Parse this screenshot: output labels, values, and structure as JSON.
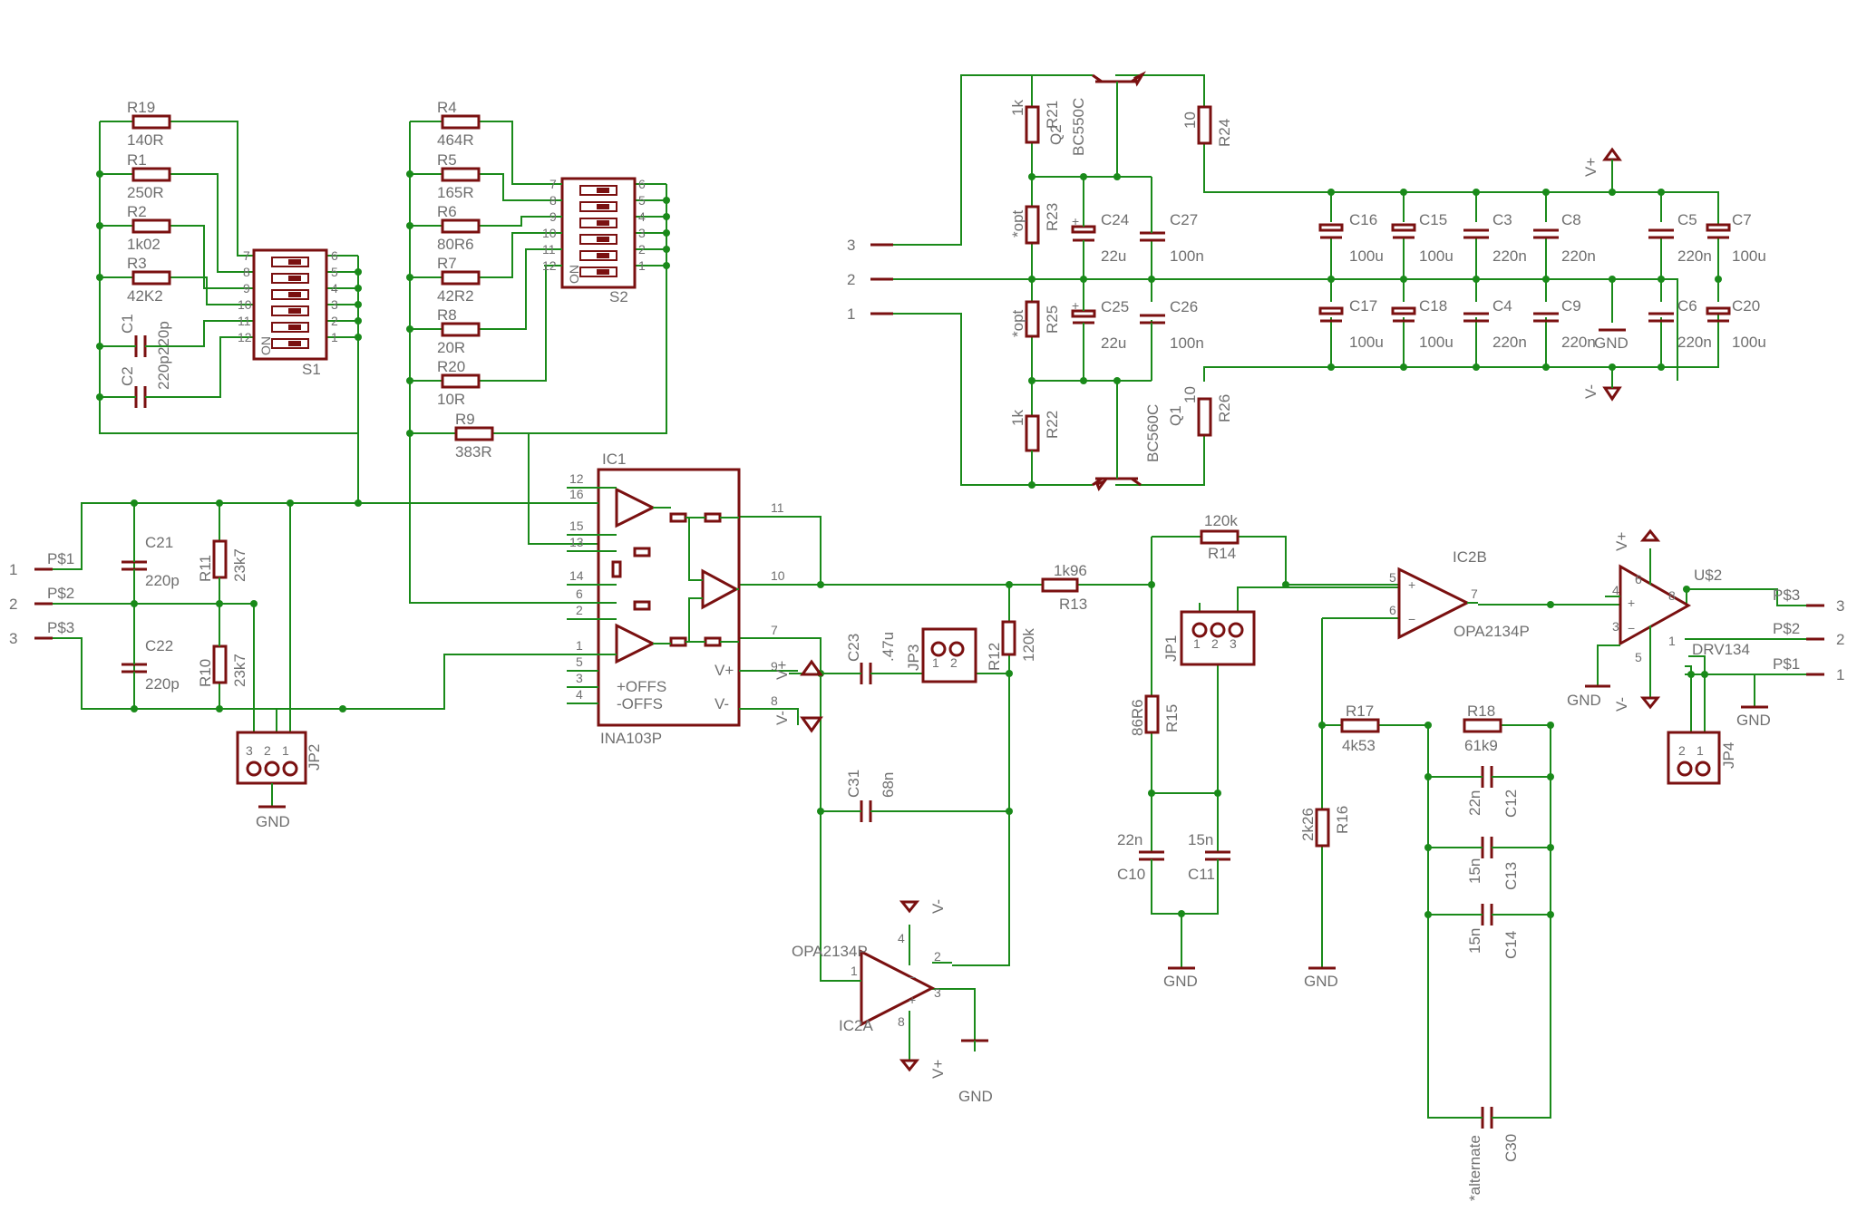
{
  "colors": {
    "wire": "#1a8a1a",
    "part": "#7a1010",
    "label": "#6f6f6f",
    "background": "#ffffff"
  },
  "resistors": [
    {
      "name": "R19",
      "value": "140R"
    },
    {
      "name": "R1",
      "value": "250R"
    },
    {
      "name": "R2",
      "value": "1k02"
    },
    {
      "name": "R3",
      "value": "42K2"
    },
    {
      "name": "R4",
      "value": "464R"
    },
    {
      "name": "R5",
      "value": "165R"
    },
    {
      "name": "R6",
      "value": "80R6"
    },
    {
      "name": "R7",
      "value": "42R2"
    },
    {
      "name": "R8",
      "value": "20R"
    },
    {
      "name": "R20",
      "value": "10R"
    },
    {
      "name": "R9",
      "value": "383R"
    },
    {
      "name": "R11",
      "value": "23k7"
    },
    {
      "name": "R10",
      "value": "23k7"
    },
    {
      "name": "R12",
      "value": "120k"
    },
    {
      "name": "R13",
      "value": "1k96"
    },
    {
      "name": "R14",
      "value": "120k"
    },
    {
      "name": "R15",
      "value": "86R6"
    },
    {
      "name": "R16",
      "value": "2k26"
    },
    {
      "name": "R17",
      "value": "4k53"
    },
    {
      "name": "R18",
      "value": "61k9"
    },
    {
      "name": "R21",
      "value": "1k"
    },
    {
      "name": "R22",
      "value": "1k"
    },
    {
      "name": "R23",
      "value": "*opt"
    },
    {
      "name": "R25",
      "value": "*opt"
    },
    {
      "name": "R24",
      "value": "10"
    },
    {
      "name": "R26",
      "value": "10"
    }
  ],
  "capacitors": [
    {
      "name": "C1",
      "value": "220p"
    },
    {
      "name": "C2",
      "value": "220p"
    },
    {
      "name": "C21",
      "value": "220p"
    },
    {
      "name": "C22",
      "value": "220p"
    },
    {
      "name": "C23",
      "value": ".47u"
    },
    {
      "name": "C31",
      "value": "68n"
    },
    {
      "name": "C10",
      "value": "22n"
    },
    {
      "name": "C11",
      "value": "15n"
    },
    {
      "name": "C12",
      "value": "22n"
    },
    {
      "name": "C13",
      "value": "15n"
    },
    {
      "name": "C14",
      "value": "15n"
    },
    {
      "name": "C30",
      "value": "*alternate"
    },
    {
      "name": "C24",
      "value": "22u"
    },
    {
      "name": "C25",
      "value": "22u"
    },
    {
      "name": "C27",
      "value": "100n"
    },
    {
      "name": "C26",
      "value": "100n"
    },
    {
      "name": "C16",
      "value": "100u"
    },
    {
      "name": "C15",
      "value": "100u"
    },
    {
      "name": "C17",
      "value": "100u"
    },
    {
      "name": "C18",
      "value": "100u"
    },
    {
      "name": "C3",
      "value": "220n"
    },
    {
      "name": "C8",
      "value": "220n"
    },
    {
      "name": "C4",
      "value": "220n"
    },
    {
      "name": "C9",
      "value": "220n"
    },
    {
      "name": "C5",
      "value": "220n"
    },
    {
      "name": "C6",
      "value": "220n"
    },
    {
      "name": "C7",
      "value": "100u"
    },
    {
      "name": "C20",
      "value": "100u"
    }
  ],
  "chips": {
    "ic1": {
      "name": "IC1",
      "part": "INA103P",
      "offs_pos": "+OFFS",
      "offs_neg": "-OFFS",
      "vplus": "V+",
      "vminus": "V-",
      "pins": [
        "12",
        "16",
        "15",
        "13",
        "14",
        "6",
        "2",
        "1",
        "5",
        "3",
        "4",
        "11",
        "10",
        "7",
        "9",
        "8"
      ]
    },
    "ic2a": {
      "name": "IC2A",
      "part": "OPA2134P",
      "pins": [
        "4",
        "2",
        "1",
        "3",
        "8"
      ]
    },
    "ic2b": {
      "name": "IC2B",
      "part": "OPA2134P",
      "pins": [
        "5",
        "6",
        "7"
      ]
    },
    "us2": {
      "name": "U$2",
      "part": "DRV134",
      "pins": [
        "4",
        "3",
        "6",
        "5",
        "8",
        "1"
      ]
    }
  },
  "switches": {
    "s1": {
      "name": "S1",
      "left_pins": [
        "7",
        "8",
        "9",
        "10",
        "11",
        "12"
      ],
      "right_pins": [
        "6",
        "5",
        "4",
        "3",
        "2",
        "1"
      ],
      "inner": [
        "6",
        "5",
        "4",
        "3",
        "2",
        "1"
      ],
      "on": "ON"
    },
    "s2": {
      "name": "S2",
      "left_pins": [
        "7",
        "8",
        "9",
        "10",
        "11",
        "12"
      ],
      "right_pins": [
        "6",
        "5",
        "4",
        "3",
        "2",
        "1"
      ],
      "inner": [
        "6",
        "5",
        "4",
        "3",
        "2",
        "1"
      ],
      "on": "ON"
    }
  },
  "transistors": {
    "q2": {
      "name": "Q2",
      "part": "BC550C"
    },
    "q1": {
      "name": "Q1",
      "part": "BC560C"
    }
  },
  "jumpers": {
    "jp1": {
      "name": "JP1",
      "pins": [
        "1",
        "2",
        "3"
      ]
    },
    "jp2": {
      "name": "JP2",
      "pins": [
        "3",
        "2",
        "1"
      ]
    },
    "jp3": {
      "name": "JP3",
      "pins": [
        "1",
        "2"
      ]
    },
    "jp4": {
      "name": "JP4",
      "pins": [
        "2",
        "1"
      ]
    }
  },
  "connectors": {
    "input": [
      {
        "num": "1",
        "label": "P$1"
      },
      {
        "num": "2",
        "label": "P$2"
      },
      {
        "num": "3",
        "label": "P$3"
      }
    ],
    "output": [
      {
        "num": "3",
        "label": "P$3"
      },
      {
        "num": "2",
        "label": "P$2"
      },
      {
        "num": "1",
        "label": "P$1"
      }
    ],
    "power": [
      "3",
      "2",
      "1"
    ]
  },
  "supply": {
    "gnd": "GND",
    "vplus": "V+",
    "vminus": "V-"
  }
}
